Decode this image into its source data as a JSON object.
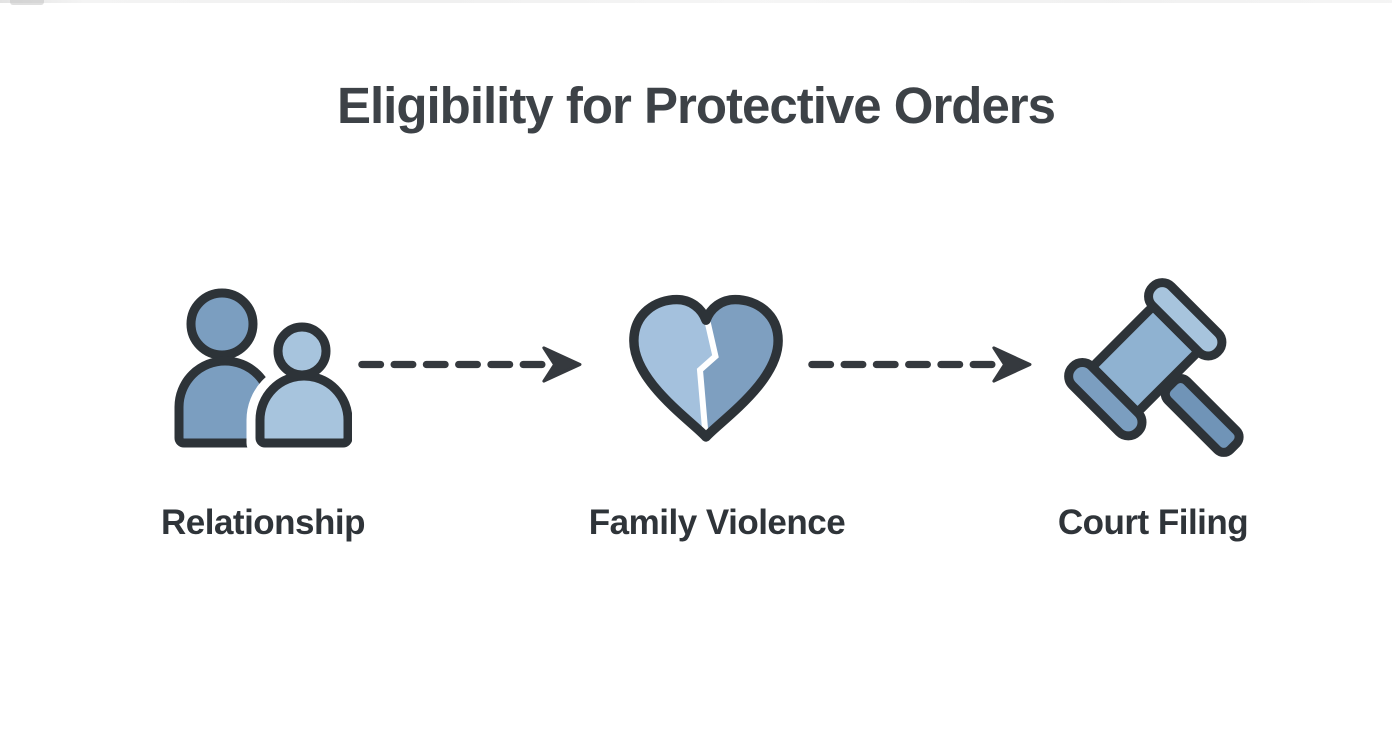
{
  "title": {
    "text": "Eligibility for Protective Orders"
  },
  "steps": [
    {
      "label": "Relationship",
      "icon": "people-icon"
    },
    {
      "label": "Family Violence",
      "icon": "broken-heart-icon"
    },
    {
      "label": "Court Filing",
      "icon": "gavel-icon"
    }
  ],
  "connectors": [
    {
      "type": "dashed-arrow",
      "direction": "right",
      "from": "Relationship",
      "to": "Family Violence"
    },
    {
      "type": "dashed-arrow",
      "direction": "right",
      "from": "Family Violence",
      "to": "Court Filing"
    }
  ],
  "colors": {
    "outline": "#2d3338",
    "fillMedium": "#7b9ec0",
    "fillLight": "#a7c4dd",
    "fillHead": "#8fb2d1",
    "fillDeep": "#7094b7",
    "heartLeft": "#a4c1dd",
    "heartRight": "#7e9fc0",
    "arrowColor": "#35393e",
    "titleColor": "#3d4247",
    "labelColor": "#2f3439",
    "background": "#ffffff"
  }
}
